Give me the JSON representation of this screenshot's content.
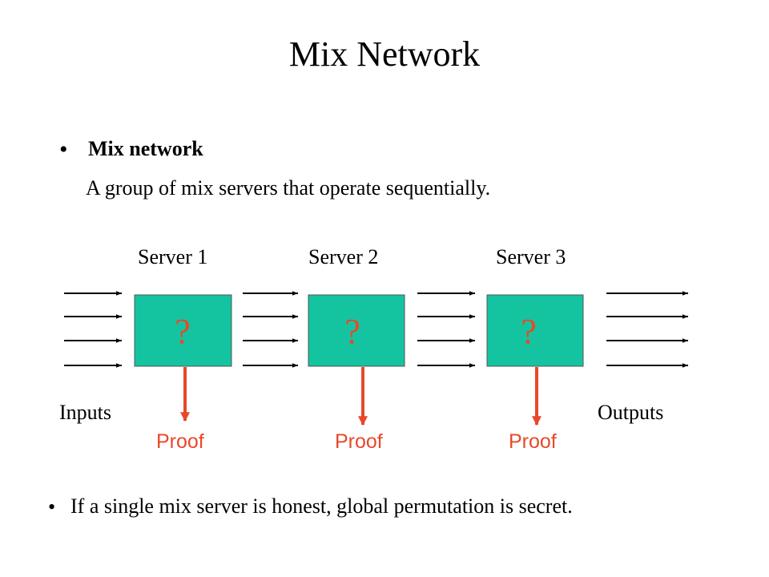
{
  "title": "Mix Network",
  "bullets": [
    {
      "heading": "Mix network",
      "text": "A group of mix servers that operate sequentially."
    },
    {
      "text": "If a single mix server is honest, global permutation is secret."
    }
  ],
  "bullet_symbol": "•",
  "servers": [
    {
      "label": "Server 1",
      "box_symbol": "?",
      "proof_label": "Proof"
    },
    {
      "label": "Server 2",
      "box_symbol": "?",
      "proof_label": "Proof"
    },
    {
      "label": "Server 3",
      "box_symbol": "?",
      "proof_label": "Proof"
    }
  ],
  "inputs_label": "Inputs",
  "outputs_label": "Outputs",
  "colors": {
    "box_fill": "#14c4a0",
    "accent": "#e8482a",
    "text": "#000000"
  }
}
